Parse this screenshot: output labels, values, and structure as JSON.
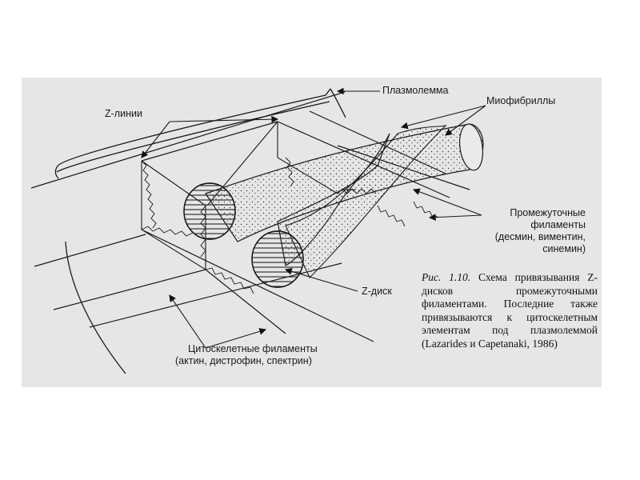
{
  "labels": {
    "plasmalemma": "Плазмолемма",
    "z_lines": "Z-линии",
    "myofibrils": "Миофибриллы",
    "intermediate_1": "Промежуточные",
    "intermediate_2": "филаменты",
    "intermediate_3": "(десмин, виментин,",
    "intermediate_4": "синемин)",
    "z_disk": "Z-диск",
    "cytoskeletal_1": "Цитоскелетные филаменты",
    "cytoskeletal_2": "(актин, дистрофин, спектрин)"
  },
  "caption": {
    "fig_ref": "Рис. 1.10.",
    "text": "Схема привязывания Z-дисков промежуточными филаментами. Последние также привязываются к цитоскелетным элементам под плазмолеммой (Lazarides и Capetanaki, 1986)"
  },
  "colors": {
    "background": "#e6e6e6",
    "ink": "#1a1a1a"
  }
}
